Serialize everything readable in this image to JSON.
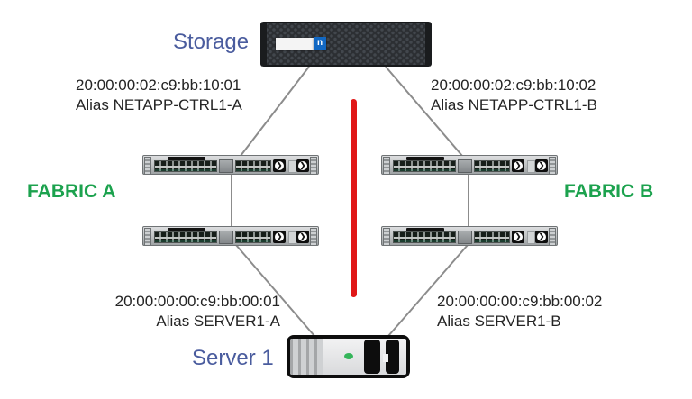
{
  "diagram": {
    "storage_label": "Storage",
    "server_label": "Server 1",
    "fabrics": {
      "a": "FABRIC A",
      "b": "FABRIC B"
    },
    "ports": {
      "storage_a": {
        "wwn": "20:00:00:02:c9:bb:10:01",
        "alias": "Alias NETAPP-CTRL1-A"
      },
      "storage_b": {
        "wwn": "20:00:00:02:c9:bb:10:02",
        "alias": "Alias NETAPP-CTRL1-B"
      },
      "server_a": {
        "wwn": "20:00:00:00:c9:bb:00:01",
        "alias": "Alias SERVER1-A"
      },
      "server_b": {
        "wwn": "20:00:00:00:c9:bb:00:02",
        "alias": "Alias SERVER1-B"
      }
    },
    "icons": {
      "netapp_n": "n",
      "fan_chevron": "❯"
    },
    "colors": {
      "label_blue": "#4A5C9E",
      "fabric_green": "#1CA24E",
      "divider_red": "#E01717",
      "line_gray": "#8C8C8C"
    }
  }
}
